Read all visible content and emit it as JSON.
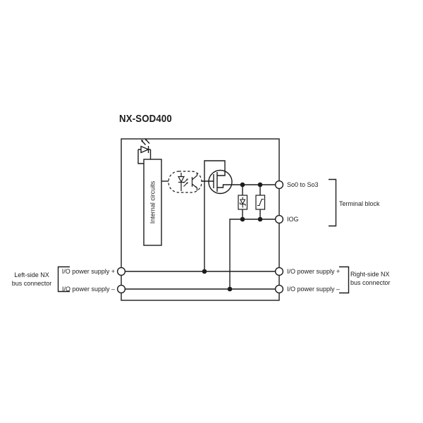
{
  "title": "NX-SOD400",
  "colors": {
    "line": "#1c1c1c",
    "background": "#ffffff",
    "text": "#1c1c1c"
  },
  "module": {
    "internal_circuits_label": "Internal circuits",
    "components": [
      "indicator-led",
      "optocoupler",
      "mosfet",
      "zener-diode",
      "varistor"
    ]
  },
  "terminal_block": {
    "label": "Terminal block",
    "output_terminal": "So0 to So3",
    "common_terminal": "IOG"
  },
  "left_bus_connector": {
    "name_line1": "Left-side NX",
    "name_line2": "bus connector",
    "supply_plus": "I/O power supply +",
    "supply_minus": "I/O power supply –"
  },
  "right_bus_connector": {
    "name_line1": "Right-side NX",
    "name_line2": "bus connector",
    "supply_plus": "I/O power supply +",
    "supply_minus": "I/O power supply –"
  }
}
